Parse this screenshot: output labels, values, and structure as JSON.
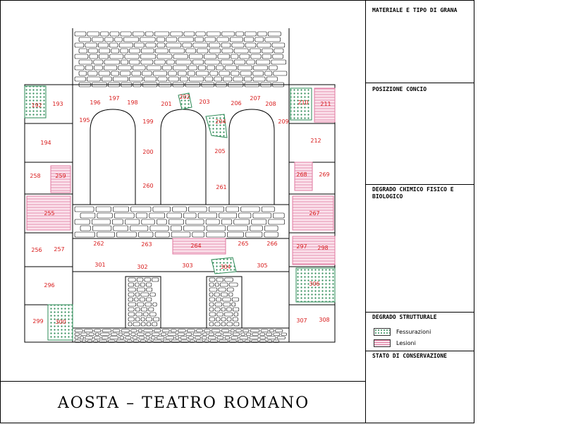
{
  "title": "AOSTA  –  TEATRO ROMANO",
  "legend": {
    "materiale": "MATERIALE E TIPO DI GRANA",
    "posizione": "POSIZIONE CONCIO",
    "degrado_chimico": "DEGRADO CHIMICO FISICO E BIOLOGICO",
    "degrado_strutturale": "DEGRADO STRUTTURALE",
    "stato": "STATO DI CONSERVAZIONE",
    "items": [
      {
        "label": "Fessurazioni",
        "color": "#2e8b57"
      },
      {
        "label": "Lesioni",
        "color": "#e07aa0"
      }
    ]
  },
  "colors": {
    "line": "#000000",
    "label": "#d81b1b",
    "crack": "#2e8b57",
    "lesion": "#e07aa0"
  },
  "block_labels": [
    "192",
    "193",
    "194",
    "195",
    "196",
    "197",
    "198",
    "199",
    "200",
    "201",
    "202",
    "203",
    "204",
    "205",
    "206",
    "207",
    "208",
    "209",
    "210",
    "211",
    "212",
    "255",
    "256",
    "257",
    "258",
    "259",
    "260",
    "261",
    "262",
    "263",
    "264",
    "265",
    "266",
    "267",
    "268",
    "269",
    "296",
    "297",
    "298",
    "299",
    "300",
    "301",
    "302",
    "303",
    "304",
    "305",
    "306",
    "307",
    "308"
  ]
}
